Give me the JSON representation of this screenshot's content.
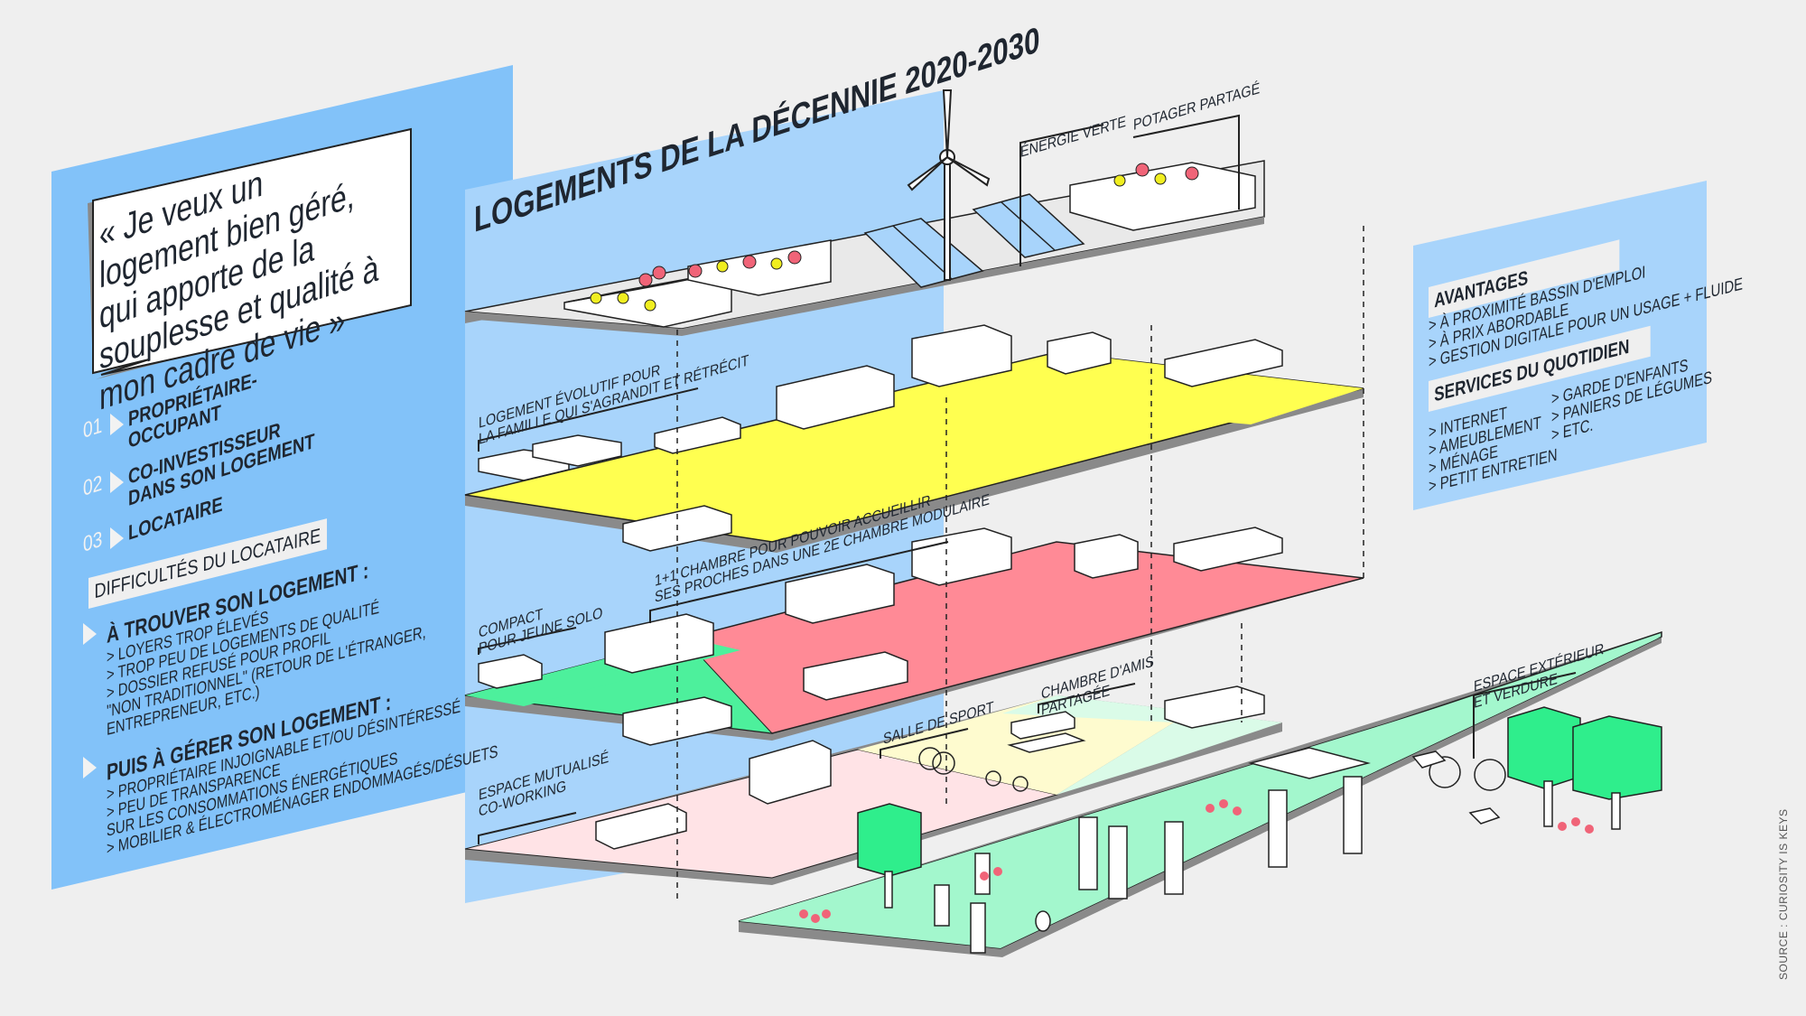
{
  "colors": {
    "background": "#efefef",
    "panel_blue": "#82c2f9",
    "panel_light_blue": "#a8d4fb",
    "floor_yellow": "#ffff50",
    "floor_red": "#ff8a96",
    "floor_green": "#4df09c",
    "floor_grey": "#e9e9e9",
    "floor_pink": "#ffe3e6",
    "floor_cream": "#fefbcf",
    "floor_mint": "#dafbe8",
    "garden_green": "#a3f7cd",
    "tree_green": "#2fee8c",
    "flower_red": "#f06478",
    "flower_yellow": "#f0ee20",
    "slab_edge": "#8a8a8a"
  },
  "left_panel": {
    "quote": "« Je veux un logement bien géré, qui apporte de la souplesse et qualité à mon cadre de vie »",
    "roles": [
      {
        "number": "01",
        "label_line1": "PROPRIÉTAIRE-",
        "label_line2": "OCCUPANT"
      },
      {
        "number": "02",
        "label_line1": "CO-INVESTISSEUR",
        "label_line2": "DANS SON LOGEMENT"
      },
      {
        "number": "03",
        "label_line1": "LOCATAIRE",
        "label_line2": ""
      }
    ],
    "difficulties_title": "DIFFICULTÉS DU LOCATAIRE",
    "find": {
      "heading": "À TROUVER SON LOGEMENT :",
      "items": [
        "> LOYERS TROP ÉLEVÉS",
        "> TROP PEU DE LOGEMENTS DE QUALITÉ",
        "> DOSSIER REFUSÉ POUR PROFIL",
        "\"NON TRADITIONNEL\" (RETOUR DE L'ÉTRANGER,",
        "ENTREPRENEUR, ETC.)"
      ]
    },
    "manage": {
      "heading": "PUIS À GÉRER SON LOGEMENT :",
      "items": [
        "> PROPRIÉTAIRE INJOIGNABLE ET/OU DÉSINTÉRESSÉ",
        "> PEU DE TRANSPARENCE",
        "SUR LES CONSOMMATIONS ÉNERGÉTIQUES",
        "> MOBILIER & ÉLECTROMÉNAGER ENDOMMAGÉS/DÉSUETS"
      ]
    }
  },
  "main": {
    "title": "LOGEMENTS DE LA DÉCENNIE 2020-2030",
    "labels": {
      "green_energy": "ÉNERGIE VERTE",
      "shared_garden": "POTAGER PARTAGÉ",
      "evolving_line1": "LOGEMENT ÉVOLUTIF POUR",
      "evolving_line2": "LA FAMILLE QUI S'AGRANDIT ET RÉTRÉCIT",
      "modular_line1": "1+1 CHAMBRE POUR POUVOIR ACCUEILLIR",
      "modular_line2": "SES PROCHES DANS UNE 2E CHAMBRE MODULAIRE",
      "compact_line1": "COMPACT",
      "compact_line2": "POUR JEUNE SOLO",
      "coworking_line1": "ESPACE MUTUALISÉ",
      "coworking_line2": "CO-WORKING",
      "gym": "SALLE DE SPORT",
      "guest_line1": "CHAMBRE D'AMIS",
      "guest_line2": "PARTAGÉE",
      "outdoor_line1": "ESPACE EXTÉRIEUR",
      "outdoor_line2": "ET VERDURE"
    }
  },
  "right_panel": {
    "advantages_title": "AVANTAGES",
    "advantages": [
      "> À PROXIMITÉ BASSIN D'EMPLOI",
      "> À PRIX ABORDABLE",
      "> GESTION DIGITALE POUR UN USAGE + FLUIDE"
    ],
    "services_title": "SERVICES DU QUOTIDIEN",
    "services_col1": [
      "> INTERNET",
      "> AMEUBLEMENT",
      "> MÉNAGE",
      "> PETIT ENTRETIEN"
    ],
    "services_col2": [
      "> GARDE D'ENFANTS",
      "> PANIERS DE LÉGUMES",
      "> ETC."
    ]
  },
  "source": "SOURCE : CURIOSITY IS KEYS"
}
